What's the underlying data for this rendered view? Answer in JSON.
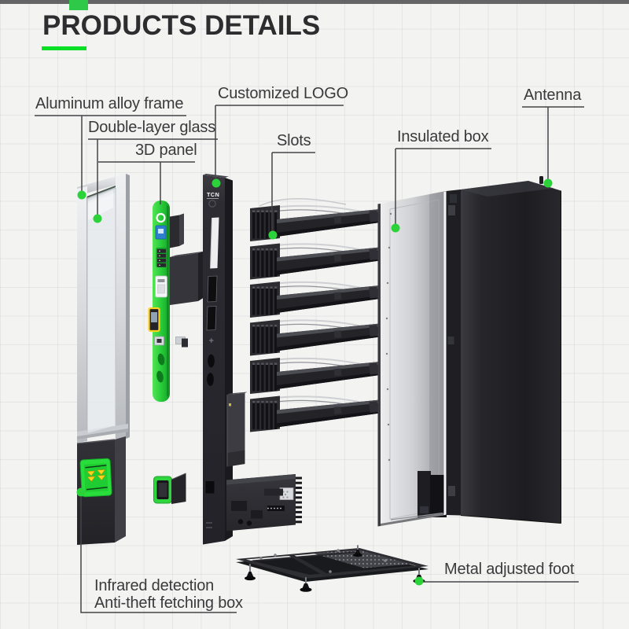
{
  "page": {
    "title": "PRODUCTS DETAILS",
    "brand_logo_text": "TCN"
  },
  "accent": {
    "marker_green": "#2bd23a",
    "title_underline_green": "#09df25",
    "screen_green": "#29dd3b",
    "arrow_yellow": "#ffd21c"
  },
  "labels": {
    "aluminum_frame": "Aluminum alloy frame",
    "double_layer_glass": "Double-layer glass",
    "panel_3d": "3D panel",
    "customized_logo": "Customized LOGO",
    "slots": "Slots",
    "insulated_box": "Insulated box",
    "antenna": "Antenna",
    "metal_adjusted_foot": "Metal adjusted foot",
    "infrared_detection": "Infrared detection",
    "anti_theft_fetching_box": "Anti-theft fetching box"
  }
}
